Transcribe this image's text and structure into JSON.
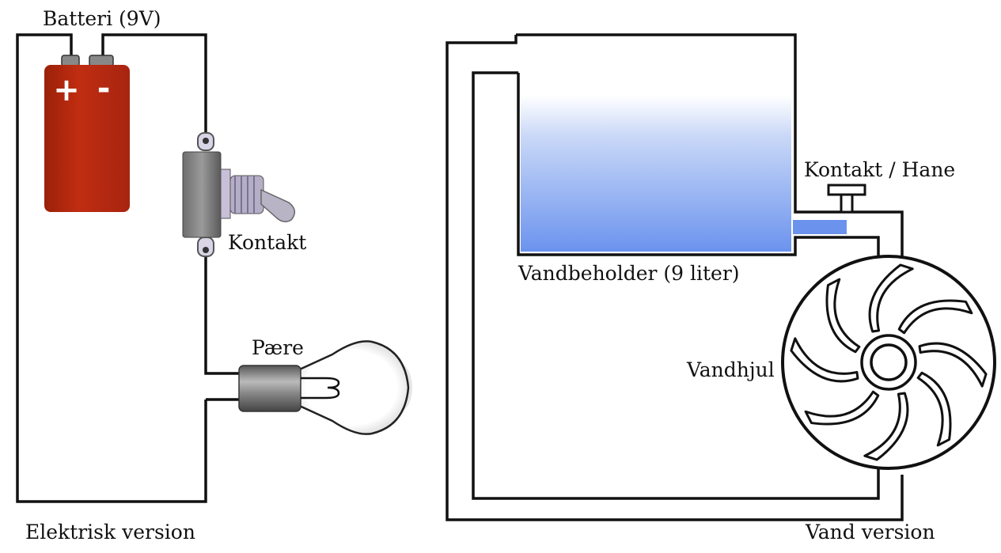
{
  "electric": {
    "battery_label": "Batteri (9V)",
    "battery_plus": "+",
    "battery_minus": "-",
    "switch_label": "Kontakt",
    "bulb_label": "Pære",
    "caption": "Elektrisk version"
  },
  "water": {
    "tank_label": "Vandbeholder (9 liter)",
    "tap_label": "Kontakt / Hane",
    "wheel_label": "Vandhjul",
    "caption": "Vand version"
  },
  "colors": {
    "battery": "#b82a10",
    "water_top": "#ffffff",
    "water_bottom": "#6b93ee",
    "wire": "#111111"
  }
}
